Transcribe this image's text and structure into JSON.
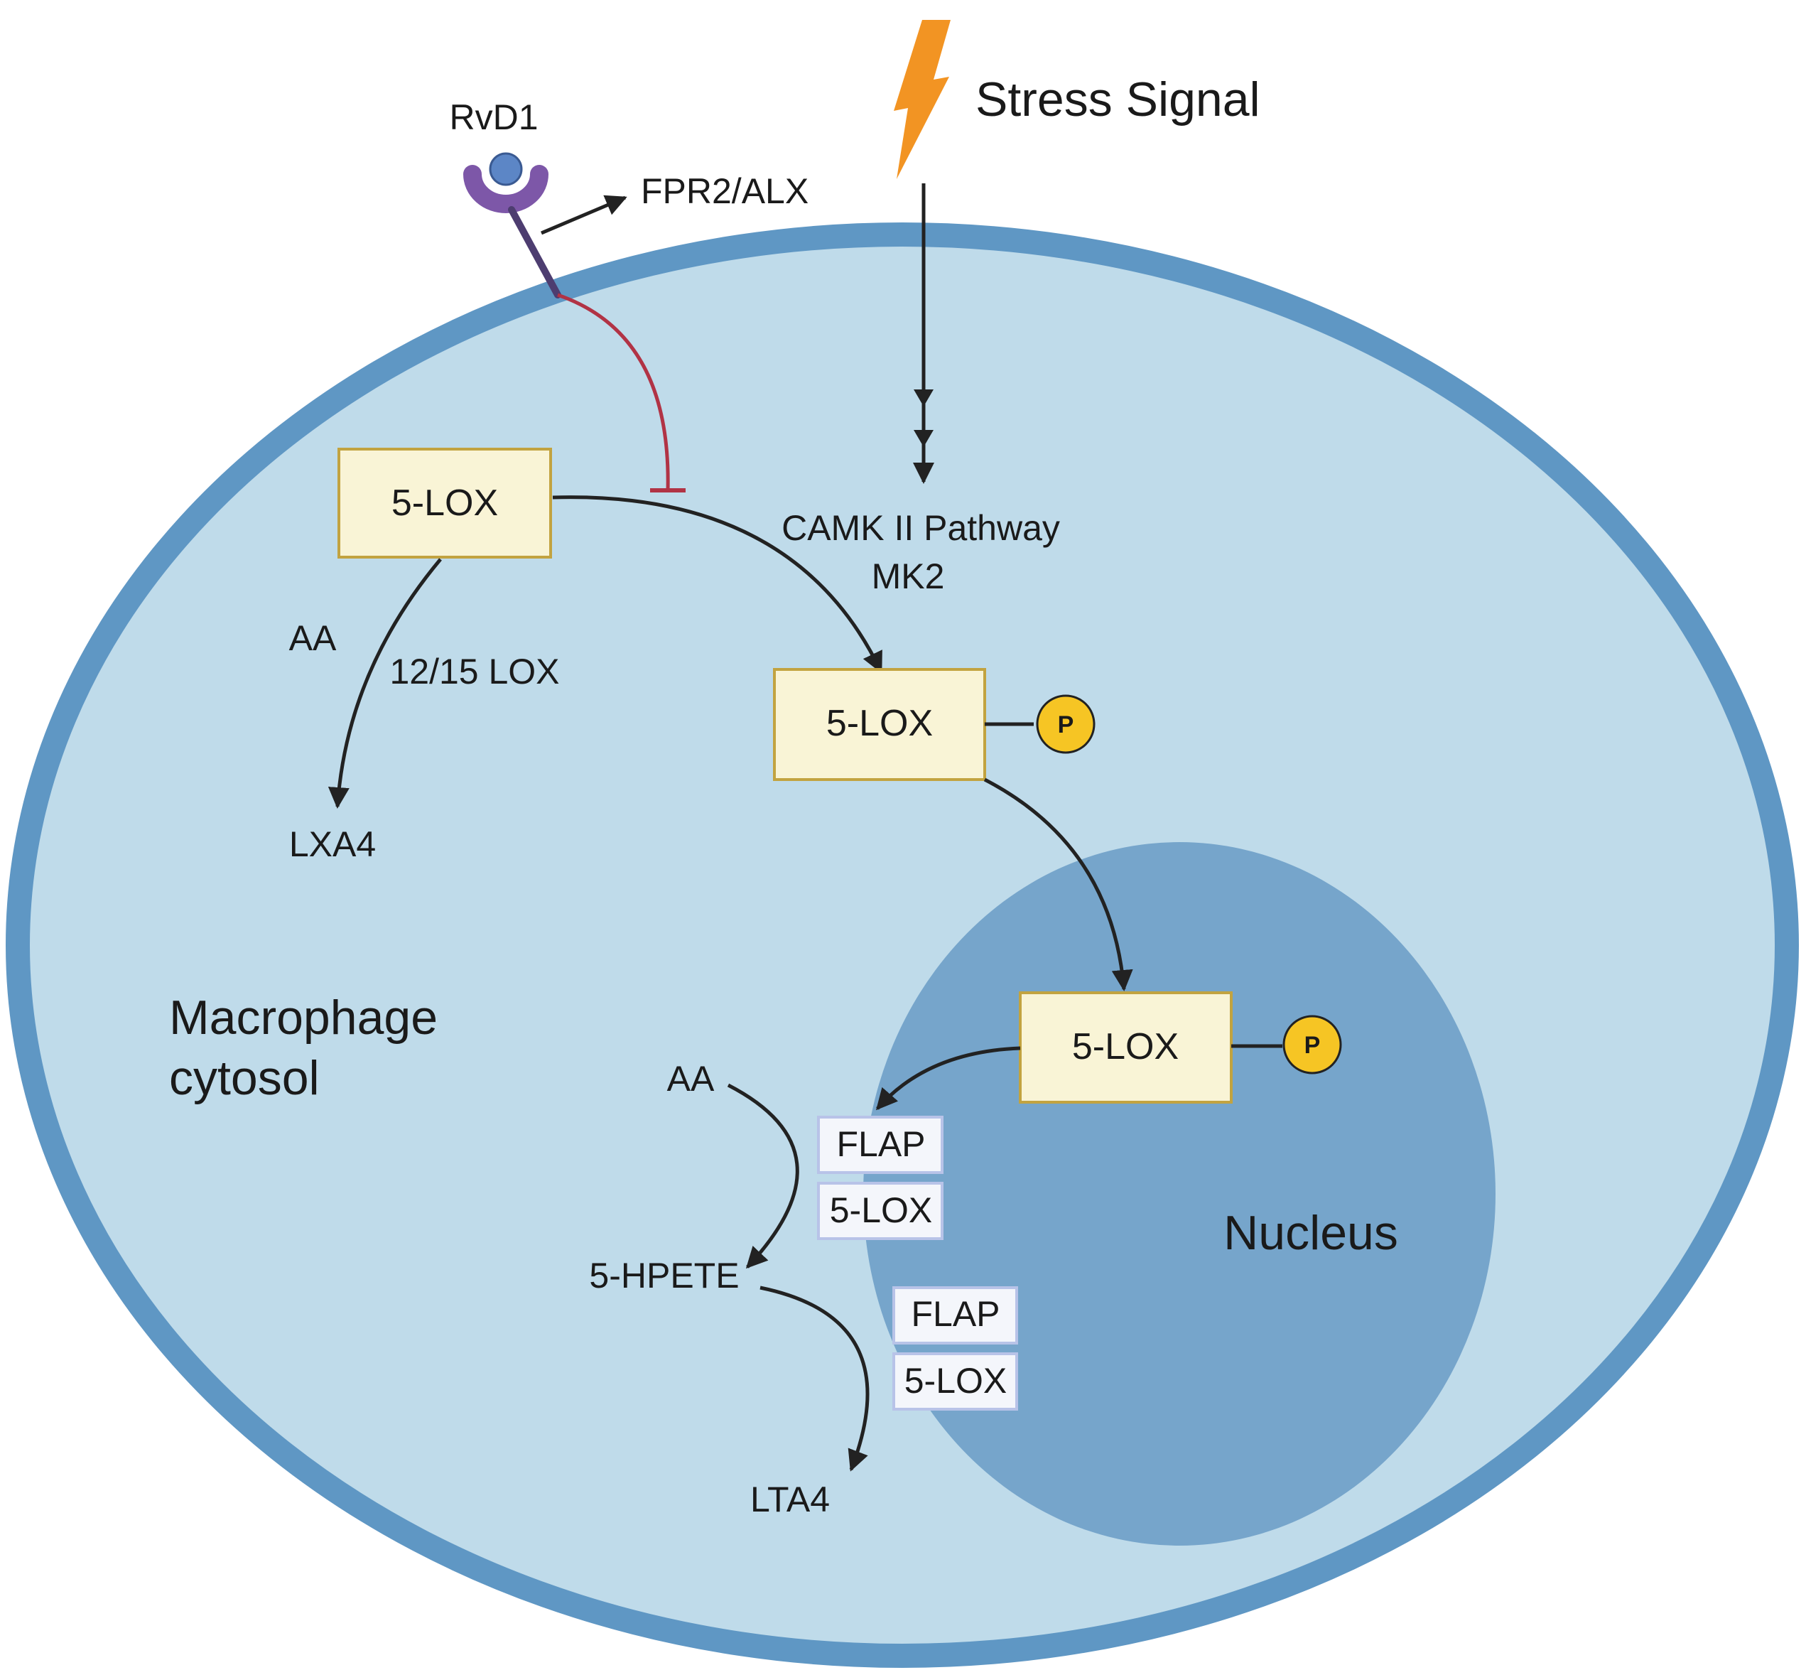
{
  "labels": {
    "stress_signal": "Stress Signal",
    "rvd1": "RvD1",
    "fpr2_alx": "FPR2/ALX",
    "camk_pathway": "CAMK II Pathway",
    "mk2": "MK2",
    "aa_top": "AA",
    "lox_12_15": "12/15 LOX",
    "lxa4": "LXA4",
    "macrophage_line1": "Macrophage",
    "macrophage_line2": "cytosol",
    "nucleus": "Nucleus",
    "aa_bottom": "AA",
    "hpete": "5-HPETE",
    "lta4": "LTA4"
  },
  "boxes": {
    "lox_top": "5-LOX",
    "lox_mid": "5-LOX",
    "lox_nuclear": "5-LOX",
    "flap_1": "FLAP",
    "lox_small_1": "5-LOX",
    "flap_2": "FLAP",
    "lox_small_2": "5-LOX"
  },
  "phospho": {
    "p1": "P",
    "p2": "P"
  },
  "colors": {
    "cell_fill": "#bfdbea",
    "cell_border": "#5f97c4",
    "nucleus_fill": "#76a5cb",
    "enzyme_fill": "#f9f4d6",
    "enzyme_border": "#c2a340",
    "phospho_fill": "#f6c524",
    "lightning": "#f29423",
    "receptor": "#7d57a8",
    "ligand": "#5c86c6",
    "inhibition": "#b13345",
    "arrow": "#222222"
  },
  "icons": [
    "lightning-icon",
    "receptor-icon"
  ]
}
